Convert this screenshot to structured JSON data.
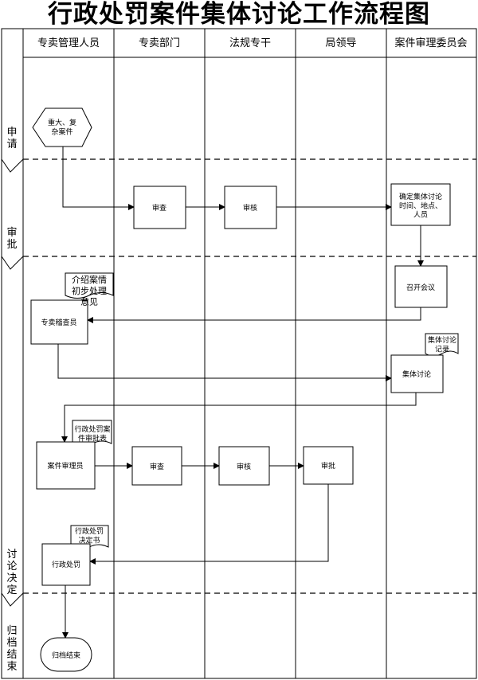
{
  "title": "行政处罚案件集体讨论工作流程图",
  "lanes": [
    "专卖管理人员",
    "专卖部门",
    "法规专干",
    "局领导",
    "案件审理委员会"
  ],
  "phases": [
    "申请",
    "审批",
    "讨论决定",
    "归档结束"
  ],
  "nodes": {
    "start": "重大、复杂案件",
    "review1_dept": "审查",
    "check1_legal": "审核",
    "confirm_committee": "确定集体讨论时间、地点、人员",
    "convene_meeting": "召开会议",
    "doc_intro": "介绍案情初步处理意见",
    "inspector": "专卖稽查员",
    "doc_minutes": "集体讨论记录",
    "group_discussion": "集体讨论",
    "doc_approval_form": "行政处罚案件审批表",
    "case_reviewer": "案件审理员",
    "review2_dept": "审查",
    "check2_legal": "审核",
    "approve_leader": "审批",
    "doc_decision": "行政处罚决定书",
    "penalty": "行政处罚",
    "end": "归档结束"
  }
}
